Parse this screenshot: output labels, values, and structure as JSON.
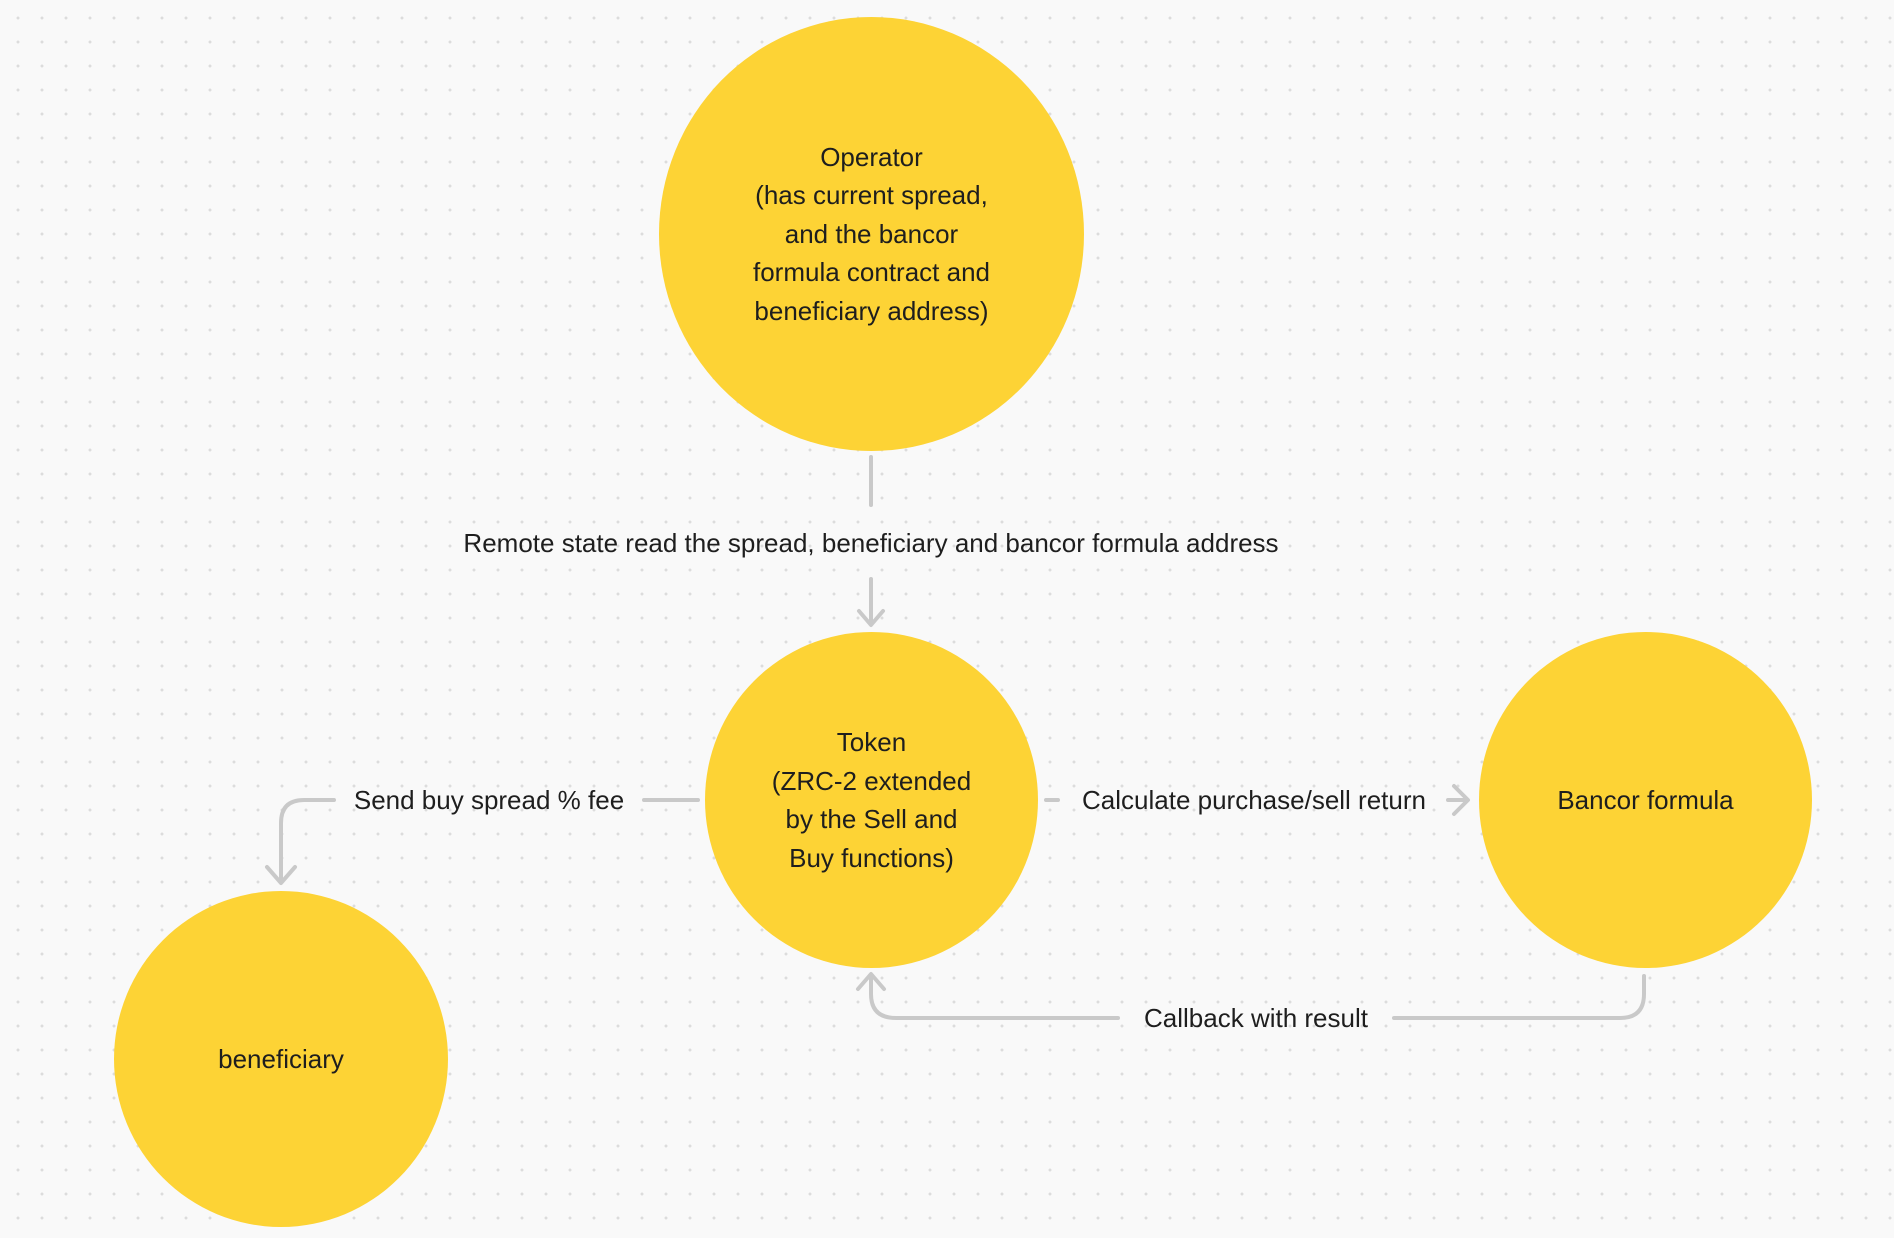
{
  "nodes": {
    "operator": {
      "label": "Operator\n(has current spread,\nand the bancor\nformula contract and\nbeneficiary address)"
    },
    "token": {
      "label": "Token\n(ZRC-2 extended\nby the Sell and\nBuy functions)"
    },
    "bancor": {
      "label": "Bancor formula"
    },
    "beneficiary": {
      "label": "beneficiary"
    }
  },
  "edges": {
    "operator_to_token": {
      "label": "Remote state read the spread, beneficiary and bancor formula address"
    },
    "token_to_beneficiary": {
      "label": "Send buy spread % fee"
    },
    "token_to_bancor": {
      "label": "Calculate purchase/sell return"
    },
    "bancor_to_token": {
      "label": "Callback with result"
    }
  },
  "colors": {
    "node_fill": "#fdd335",
    "edge_stroke": "#c9c9c9",
    "background": "#f9f9f9",
    "text": "#1e1e1e"
  }
}
